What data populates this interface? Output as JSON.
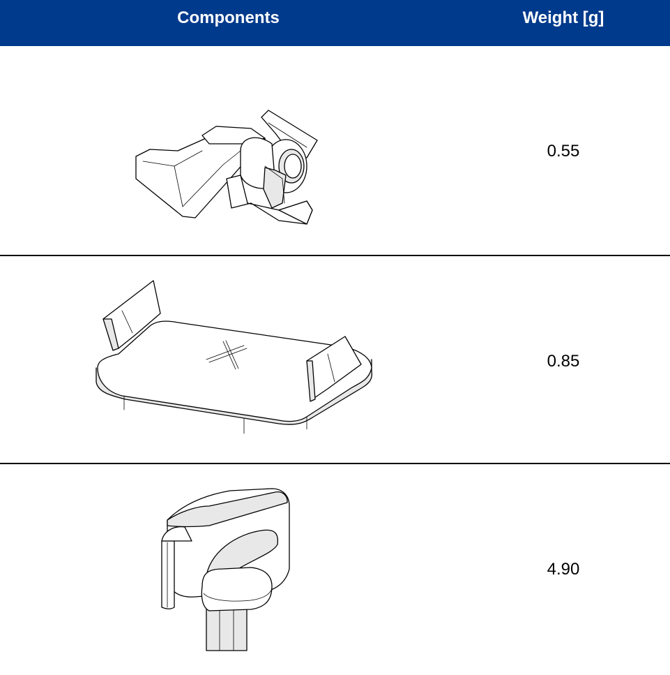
{
  "header": {
    "components_label": "Components",
    "weight_label": "Weight [g]"
  },
  "rows": [
    {
      "weight": "0.55",
      "icon": "clip-component-drawing"
    },
    {
      "weight": "0.85",
      "icon": "base-plate-component-drawing"
    },
    {
      "weight": "4.90",
      "icon": "knob-component-drawing"
    }
  ],
  "colors": {
    "header_bg": "#003a8c",
    "header_text": "#ffffff",
    "divider": "#000000"
  }
}
